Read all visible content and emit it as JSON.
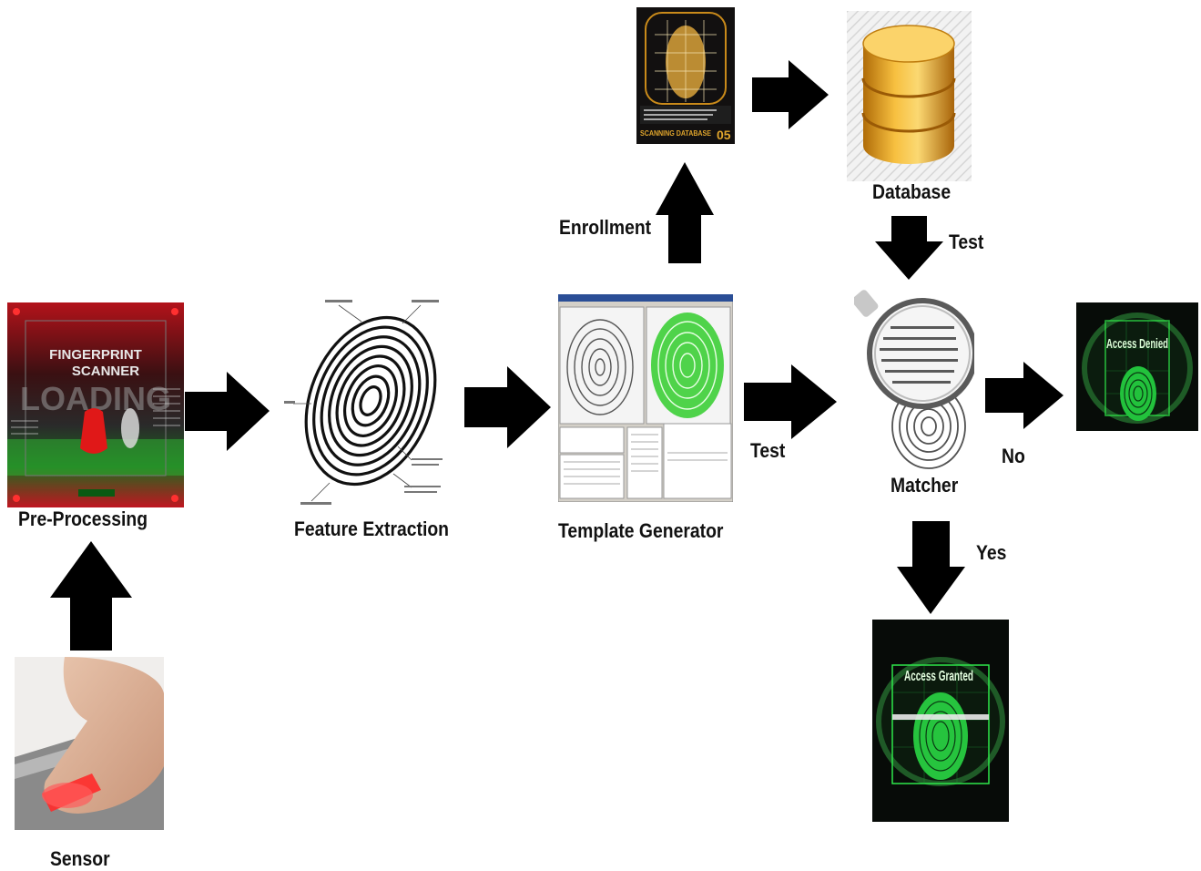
{
  "nodes": {
    "preprocessing": {
      "label": "Pre-Processing",
      "screen_title_1": "FINGERPRINT",
      "screen_title_2": "SCANNER",
      "screen_status": "LOADING"
    },
    "feature_extraction": {
      "label": "Feature Extraction"
    },
    "template_generator": {
      "label": "Template Generator"
    },
    "enroll_scan": {
      "caption": "SCANNING DATABASE",
      "code": "05"
    },
    "database": {
      "label": "Database"
    },
    "matcher": {
      "label": "Matcher"
    },
    "sensor": {
      "label": "Sensor"
    },
    "access_denied": {
      "text": "Access Denied"
    },
    "access_granted": {
      "text": "Access Granted"
    }
  },
  "edges": {
    "enrollment": "Enrollment",
    "test_template_to_matcher": "Test",
    "test_database_to_matcher": "Test",
    "no": "No",
    "yes": "Yes"
  },
  "colors": {
    "arrow": "#000000",
    "scanner_red": "#c8141e",
    "scan_green": "#2ee84a",
    "database_gold": "#f2b024"
  }
}
